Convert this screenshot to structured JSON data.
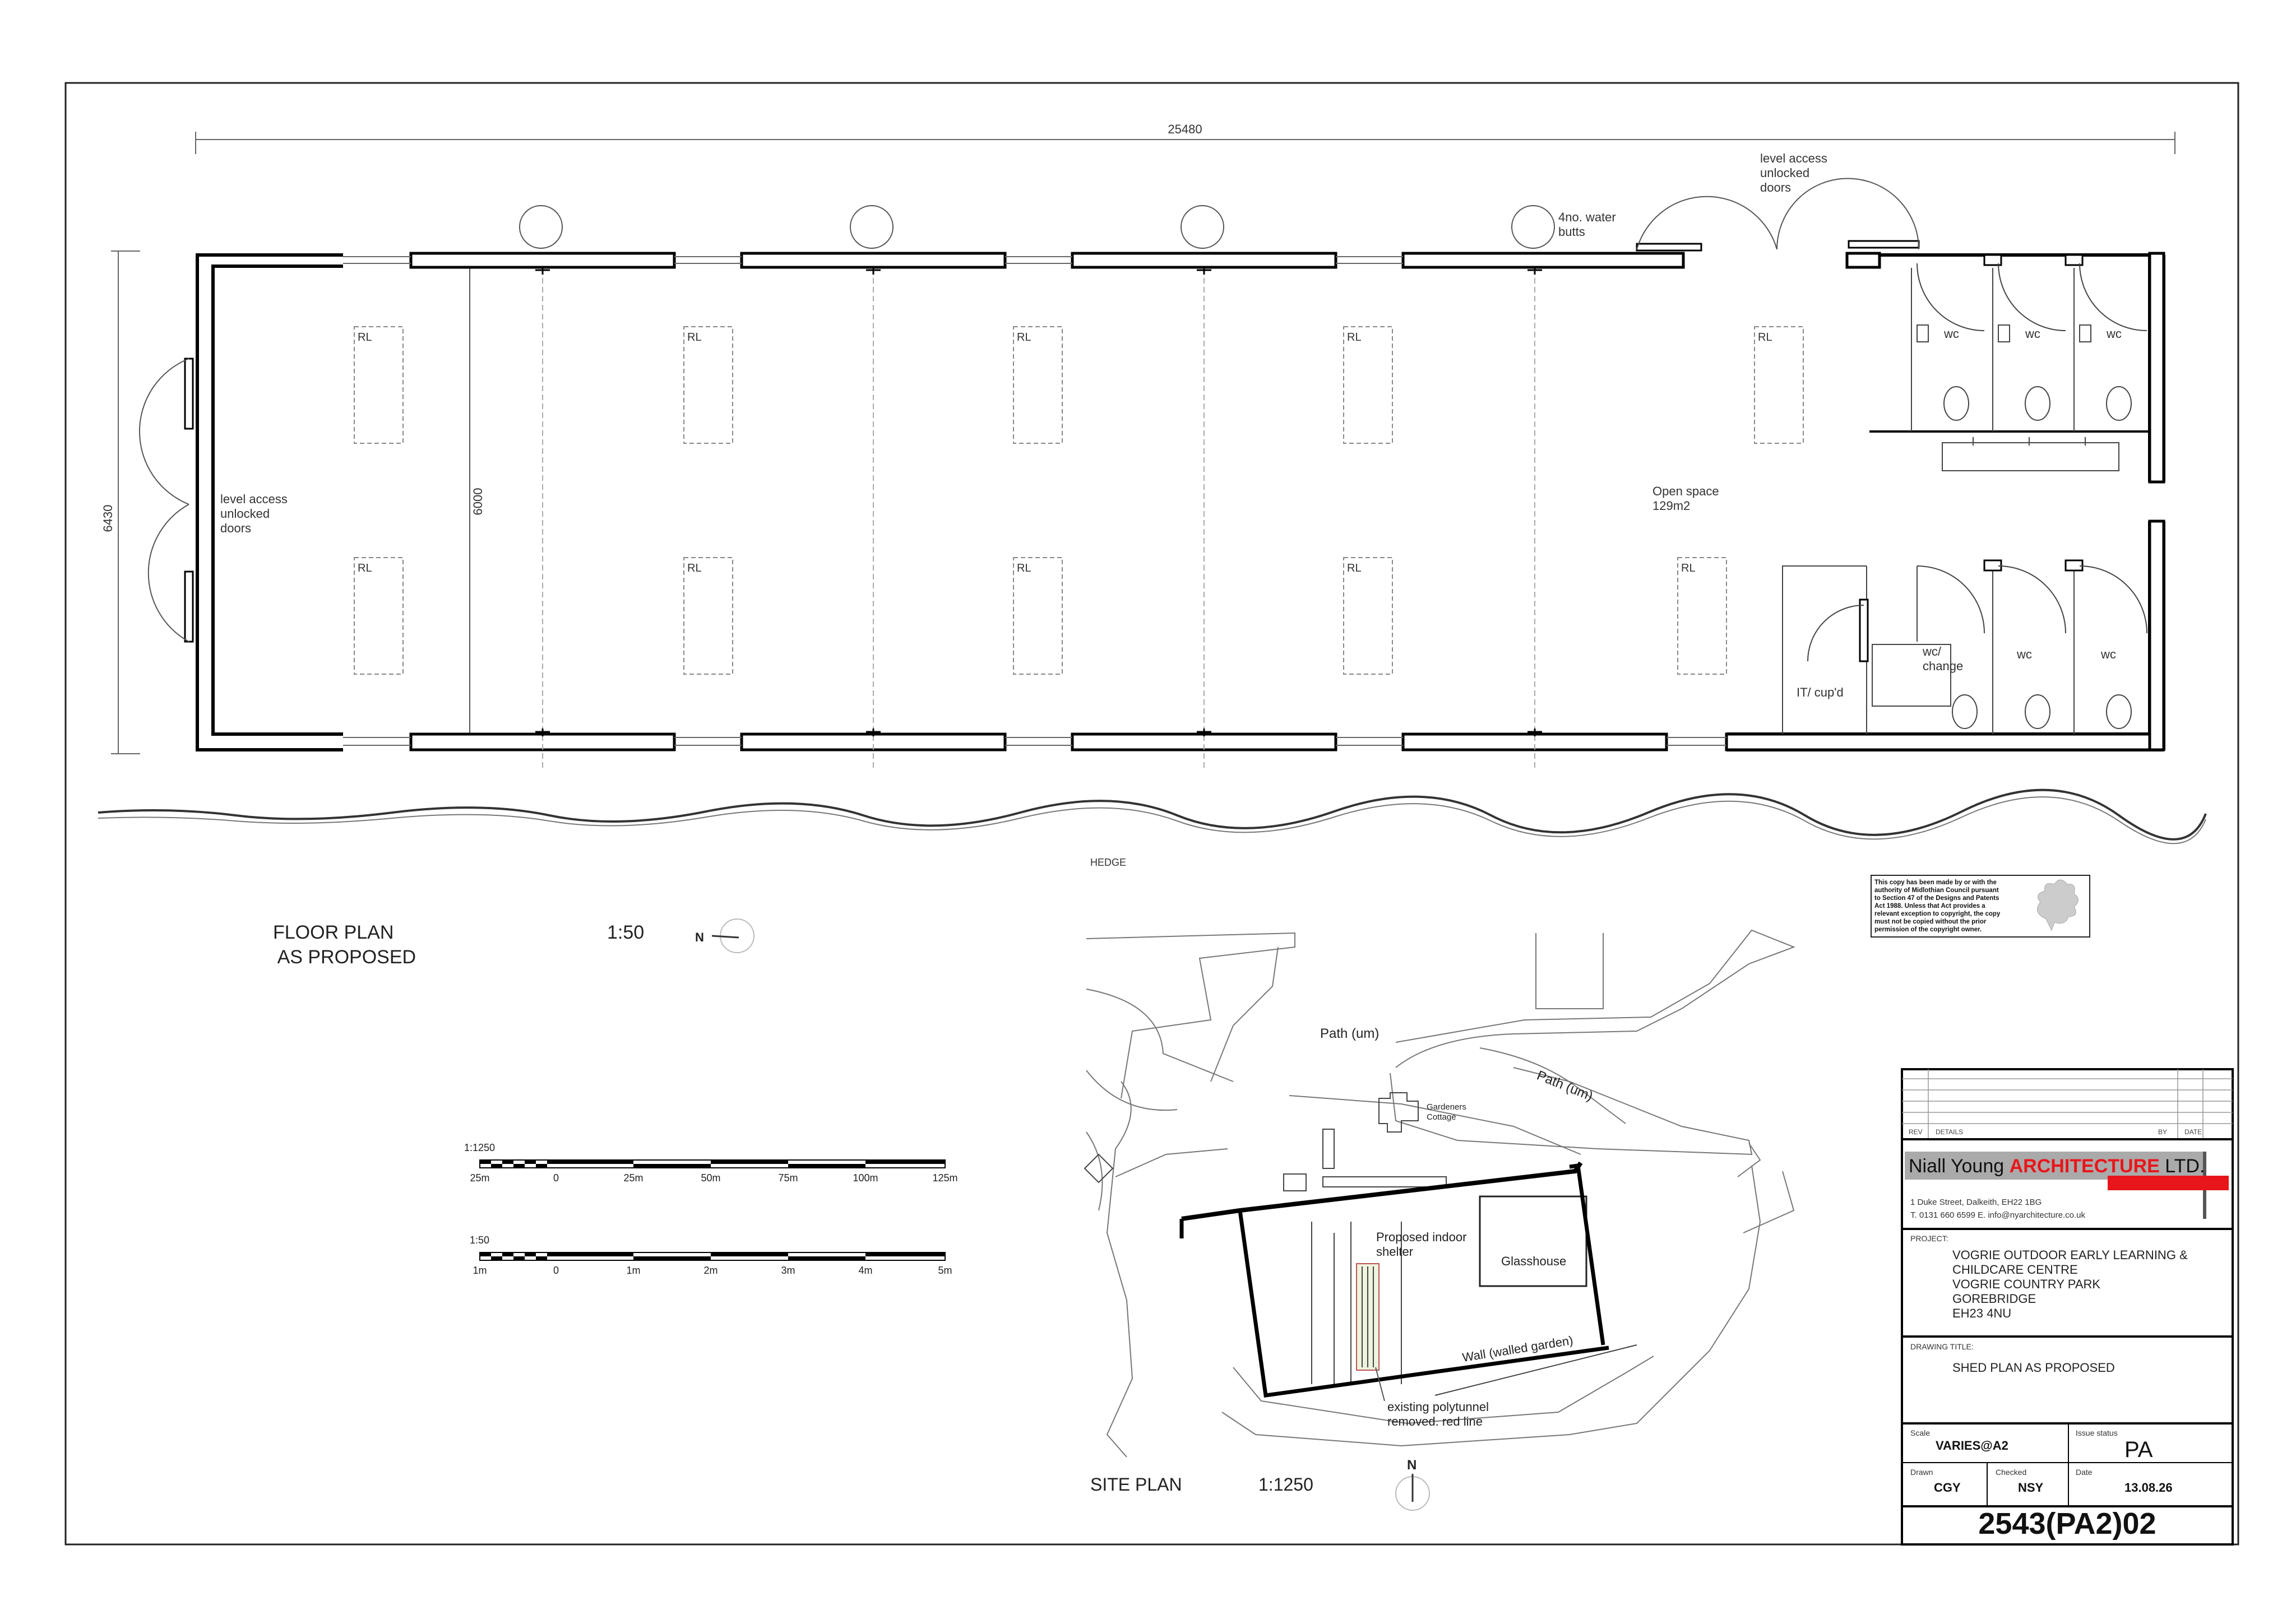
{
  "floor_plan": {
    "dim_overall_length": "25480",
    "dim_overall_width": "6430",
    "dim_internal_width": "6000",
    "door_label_left": [
      "level access",
      "unlocked",
      "doors"
    ],
    "door_label_top": [
      "level access",
      "unlocked",
      "doors"
    ],
    "water_butts": [
      "4no. water",
      "butts"
    ],
    "rl_labels": [
      "RL",
      "RL",
      "RL",
      "RL",
      "RL",
      "RL",
      "RL",
      "RL",
      "RL",
      "RL"
    ],
    "open_space": [
      "Open space",
      "129m2"
    ],
    "wc_top": [
      "wc",
      "wc",
      "wc"
    ],
    "wc_bottom": [
      "wc",
      "wc"
    ],
    "wc_change": [
      "wc/",
      "change"
    ],
    "it_cupd": "IT/ cup'd",
    "hedge": "HEDGE",
    "title": [
      "FLOOR  PLAN",
      " AS PROPOSED"
    ],
    "scale": "1:50"
  },
  "scale_bars": {
    "bar1": {
      "scale": "1:1250",
      "ticks": [
        "25m",
        "0",
        "25m",
        "50m",
        "75m",
        "100m",
        "125m"
      ]
    },
    "bar2": {
      "scale": "1:50",
      "ticks": [
        "1m",
        "0",
        "1m",
        "2m",
        "3m",
        "4m",
        "5m"
      ]
    }
  },
  "site_plan": {
    "path1": "Path (um)",
    "path2": "Path (um)",
    "cottage": [
      "Gardeners",
      "Cottage"
    ],
    "shelter": [
      "Proposed indoor",
      "shelter"
    ],
    "glasshouse": "Glasshouse",
    "wall": "Wall (walled garden)",
    "polytunnel": [
      "existing polytunnel",
      "removed. red line"
    ],
    "title": "SITE  PLAN",
    "scale": "1:1250",
    "north": "N"
  },
  "copyright_note": [
    "This copy has been made by or with the",
    "authority of Midlothian Council pursuant",
    "to Section 47 of the Designs and Patents",
    "Act 1988. Unless that Act provides a",
    "relevant exception to copyright, the copy",
    "must not be copied without the prior",
    "permission of the copyright owner."
  ],
  "title_block": {
    "rev": "REV",
    "details": "DETAILS",
    "by": "BY",
    "date_h": "DATE",
    "firm_name_1": "Niall Young ",
    "firm_name_2": "ARCHITECTURE",
    "firm_name_3": " LTD.",
    "address": "1 Duke Street, Dalkeith, EH22 1BG",
    "phone": "T. 0131 660 6599",
    "email": "E. info@nyarchitecture.co.uk",
    "project_label": "PROJECT:",
    "project_lines": [
      "VOGRIE OUTDOOR EARLY LEARNING &",
      "CHILDCARE CENTRE",
      "VOGRIE COUNTRY PARK",
      "GOREBRIDGE",
      "EH23 4NU"
    ],
    "drawing_title_label": "DRAWING TITLE:",
    "drawing_title": "SHED PLAN AS PROPOSED",
    "scale_label": "Scale",
    "scale_value": "VARIES@A2",
    "issue_status_label": "Issue status",
    "issue_status": "PA",
    "drawn_label": "Drawn",
    "drawn": "CGY",
    "checked_label": "Checked",
    "checked": "NSY",
    "date_label": "Date",
    "date": "13.08.26",
    "drawing_number": "2543(PA2)02",
    "accent_color": "#e8161b"
  }
}
